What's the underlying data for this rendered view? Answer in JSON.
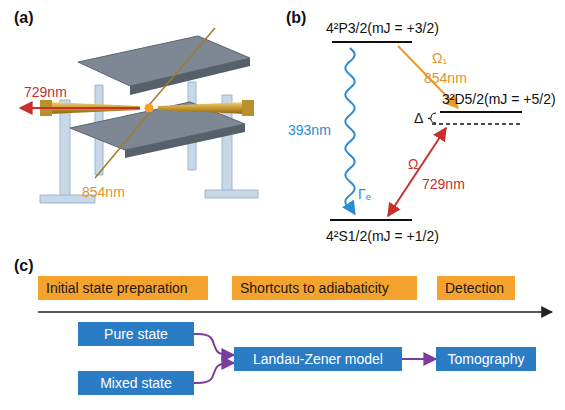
{
  "diagram": {
    "nodes": [
      {
        "text": [
          "Initial state preparation"
        ]
      },
      {
        "text": [
          "Shortcuts to adiabaticity"
        ]
      },
      {
        "text": [
          "Detection"
        ]
      },
      {
        "text": [
          "Pure state"
        ]
      },
      {
        "text": [
          "Mixed state"
        ]
      },
      {
        "text": [
          "Landau-Zener model"
        ]
      },
      {
        "text": [
          "Tomography"
        ]
      }
    ],
    "edges": [
      {
        "from": 3,
        "to": 5,
        "arrow": "to"
      },
      {
        "from": 4,
        "to": 5,
        "arrow": "to"
      },
      {
        "from": 5,
        "to": 6,
        "arrow": "to"
      }
    ],
    "labels": [
      "(a)",
      "729nm",
      "854nm",
      "(b)",
      "4²P3/2(mJ = +3/2)",
      "Ω₁",
      "854nm",
      "3²D5/2(mJ = +5/2)",
      "Δ",
      "393nm",
      "Γₑ",
      "Ω",
      "729nm",
      "4²S1/2(mJ = +1/2)",
      "(c)"
    ]
  }
}
